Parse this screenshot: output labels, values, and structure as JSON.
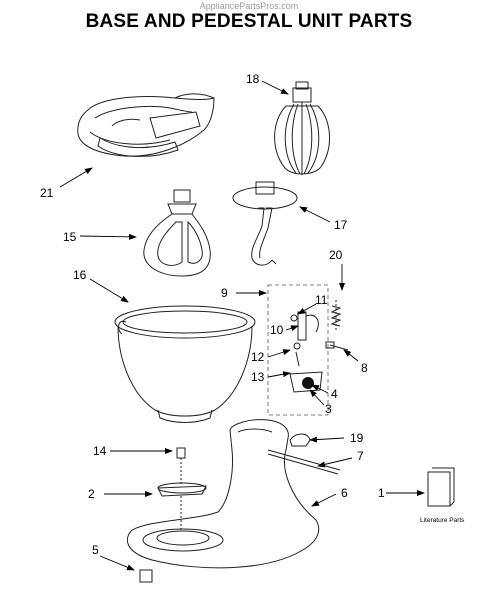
{
  "watermark": "AppliancePartsPros.com",
  "title": "BASE AND PEDESTAL UNIT PARTS",
  "callouts": [
    {
      "id": "c1",
      "label": "1"
    },
    {
      "id": "c2",
      "label": "2"
    },
    {
      "id": "c3",
      "label": "3"
    },
    {
      "id": "c4",
      "label": "4"
    },
    {
      "id": "c5",
      "label": "5"
    },
    {
      "id": "c6",
      "label": "6"
    },
    {
      "id": "c7",
      "label": "7"
    },
    {
      "id": "c8",
      "label": "8"
    },
    {
      "id": "c9",
      "label": "9"
    },
    {
      "id": "c10",
      "label": "10"
    },
    {
      "id": "c11",
      "label": "11"
    },
    {
      "id": "c12",
      "label": "12"
    },
    {
      "id": "c13",
      "label": "13"
    },
    {
      "id": "c14",
      "label": "14"
    },
    {
      "id": "c15",
      "label": "15"
    },
    {
      "id": "c16",
      "label": "16"
    },
    {
      "id": "c17",
      "label": "17"
    },
    {
      "id": "c18",
      "label": "18"
    },
    {
      "id": "c19",
      "label": "19"
    },
    {
      "id": "c20",
      "label": "20"
    },
    {
      "id": "c21",
      "label": "21"
    }
  ],
  "literature_label": "Literature Parts"
}
